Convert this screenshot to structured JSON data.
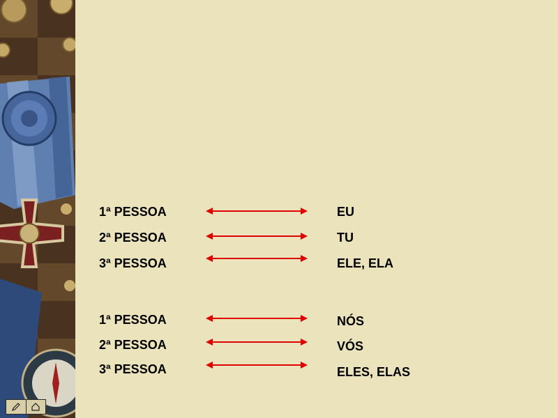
{
  "groups": [
    {
      "rows": [
        {
          "person": "1ª PESSOA",
          "pronoun": "EU"
        },
        {
          "person": "2ª PESSOA",
          "pronoun": "TU"
        },
        {
          "person": "3ª PESSOA",
          "pronoun": "ELE, ELA"
        }
      ]
    },
    {
      "rows": [
        {
          "person": "1ª PESSOA",
          "pronoun": "NÓS"
        },
        {
          "person": "2ª PESSOA",
          "pronoun": "VÓS"
        },
        {
          "person": "3ª PESSOA",
          "pronoun": "ELES, ELAS"
        }
      ]
    }
  ],
  "colors": {
    "background": "#ebe3bc",
    "arrow": "#e00000",
    "text": "#000000"
  },
  "nav": {
    "buttons": [
      "nav-edit-icon",
      "nav-home-icon"
    ]
  }
}
